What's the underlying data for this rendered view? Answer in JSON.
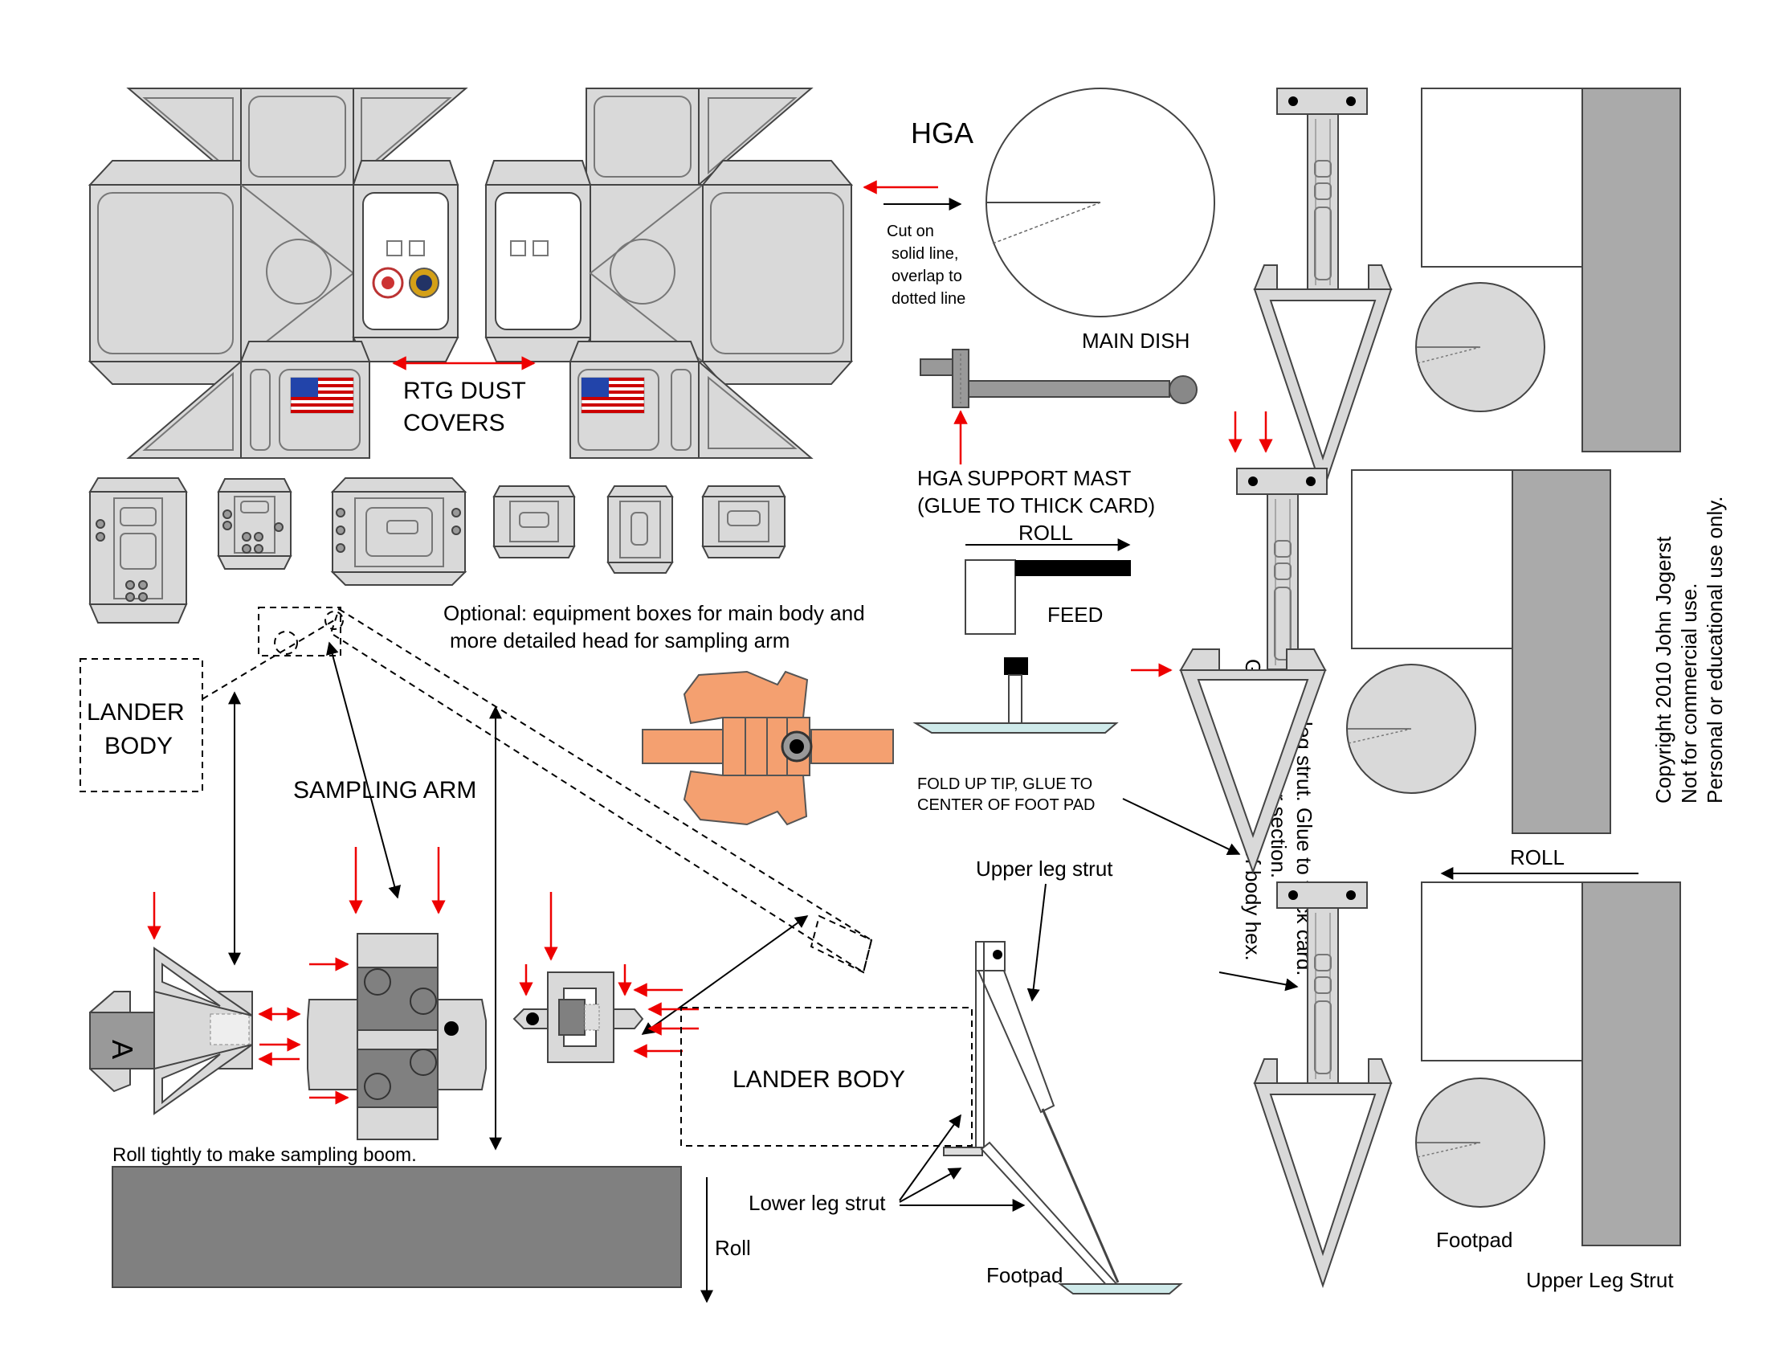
{
  "labels": {
    "hga": "HGA",
    "cut_line1": "Cut on",
    "cut_line2": "solid line,",
    "cut_line3": "overlap to",
    "cut_line4": "dotted line",
    "main_dish": "MAIN DISH",
    "rtg_line1": "RTG DUST",
    "rtg_line2": "COVERS",
    "mast_line1": "HGA SUPPORT MAST",
    "mast_line2": "(GLUE TO THICK CARD)",
    "roll_upper": "ROLL",
    "feed": "FEED",
    "optional_line1": "Optional: equipment boxes for main body and",
    "optional_line2": "more detailed head for sampling arm",
    "lander_body_small_line1": "LANDER",
    "lander_body_small_line2": "BODY",
    "sampling_arm": "SAMPLING ARM",
    "fold_line1": "FOLD UP TIP, GLUE TO",
    "fold_line2": "CENTER OF FOOT PAD",
    "upper_leg_strut_lower": "Upper leg strut",
    "lander_body_large": "LANDER BODY",
    "lower_leg_strut": "Lower leg strut",
    "footpad_diagram": "Footpad",
    "roll_tightly": "Roll tightly to make sampling boom.",
    "roll_small": "Roll",
    "lower_leg_note_line1": "Lower leg strut. Glue to thick card.",
    "lower_leg_note_line2": "Remove center section.",
    "lower_leg_note_line3": "Glue to narrow face of body hex.",
    "copyright_line1": "Copyright 2010 John Jogerst",
    "copyright_line2": "Not for commercial use.",
    "copyright_line3": "Personal or educational use only.",
    "roll_right": "ROLL",
    "footpad_right": "Footpad",
    "upper_leg_strut_right": "Upper Leg Strut",
    "arm_letter": "A"
  },
  "colors": {
    "panel_gray": "#d9d9d9",
    "strip_gray": "#aaaaaa",
    "boom_gray": "#808080",
    "arrow_red": "#ee0000",
    "arm_head_orange": "#f4a070",
    "footpad_blue": "#cfeaea"
  }
}
